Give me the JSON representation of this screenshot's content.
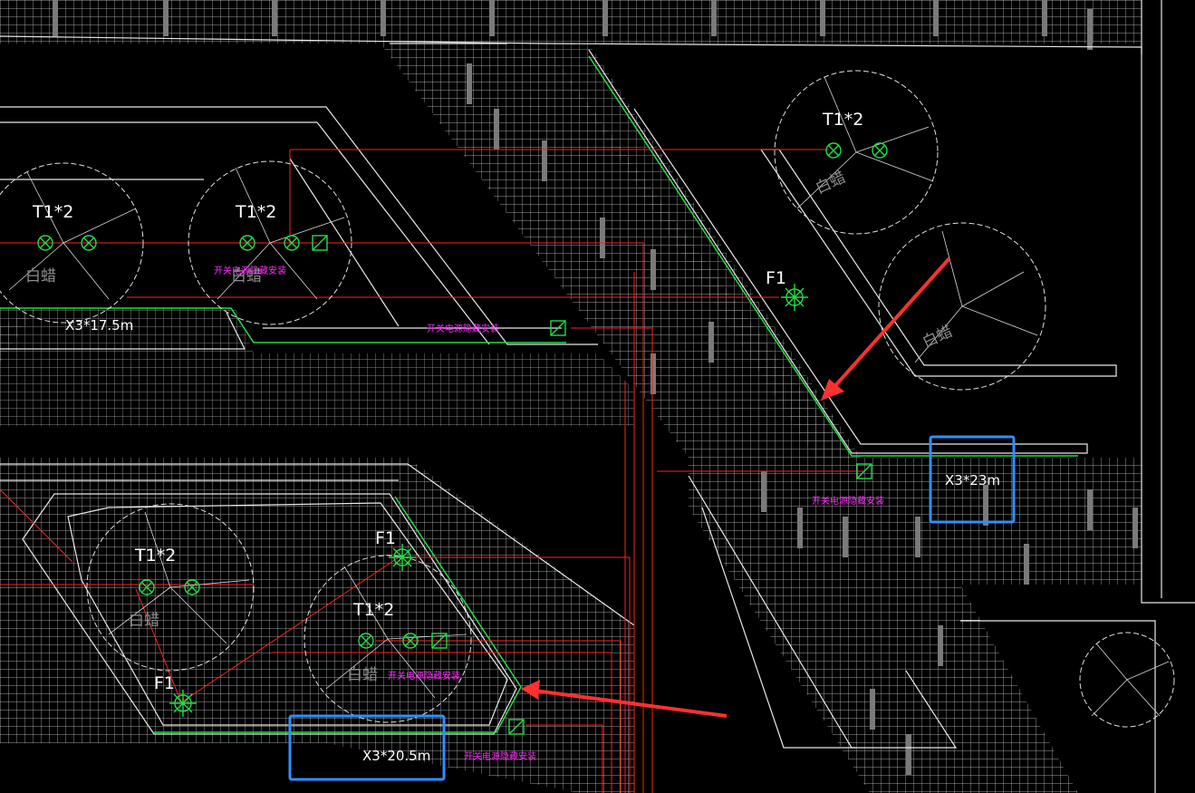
{
  "drawing": {
    "lamp_labels": [
      "T1*2",
      "T1*2",
      "T1*2",
      "T1*2",
      "T1*2"
    ],
    "flood_labels": [
      "F1",
      "F1",
      "F1"
    ],
    "tree_labels": [
      "白蜡",
      "白蜡",
      "白蜡",
      "白蜡",
      "白蜡",
      "白蜡"
    ],
    "cable_labels": [
      "X3*17.5m",
      "X3*23m",
      "X3*20.5m"
    ],
    "switch_notes": [
      "开关电源隐藏安装",
      "开关电源隐藏安装",
      "开关电源隐藏安装",
      "开关电源隐藏安装",
      "开关电源隐藏安装"
    ]
  },
  "colors": {
    "background": "#000000",
    "outline": "#ffffff",
    "wire": "#ff2020",
    "green": "#22dd44",
    "magenta": "#ff2bff",
    "highlight": "#2f8fff",
    "arrow": "#ff3030",
    "tree_text": "#8c8c8c"
  }
}
